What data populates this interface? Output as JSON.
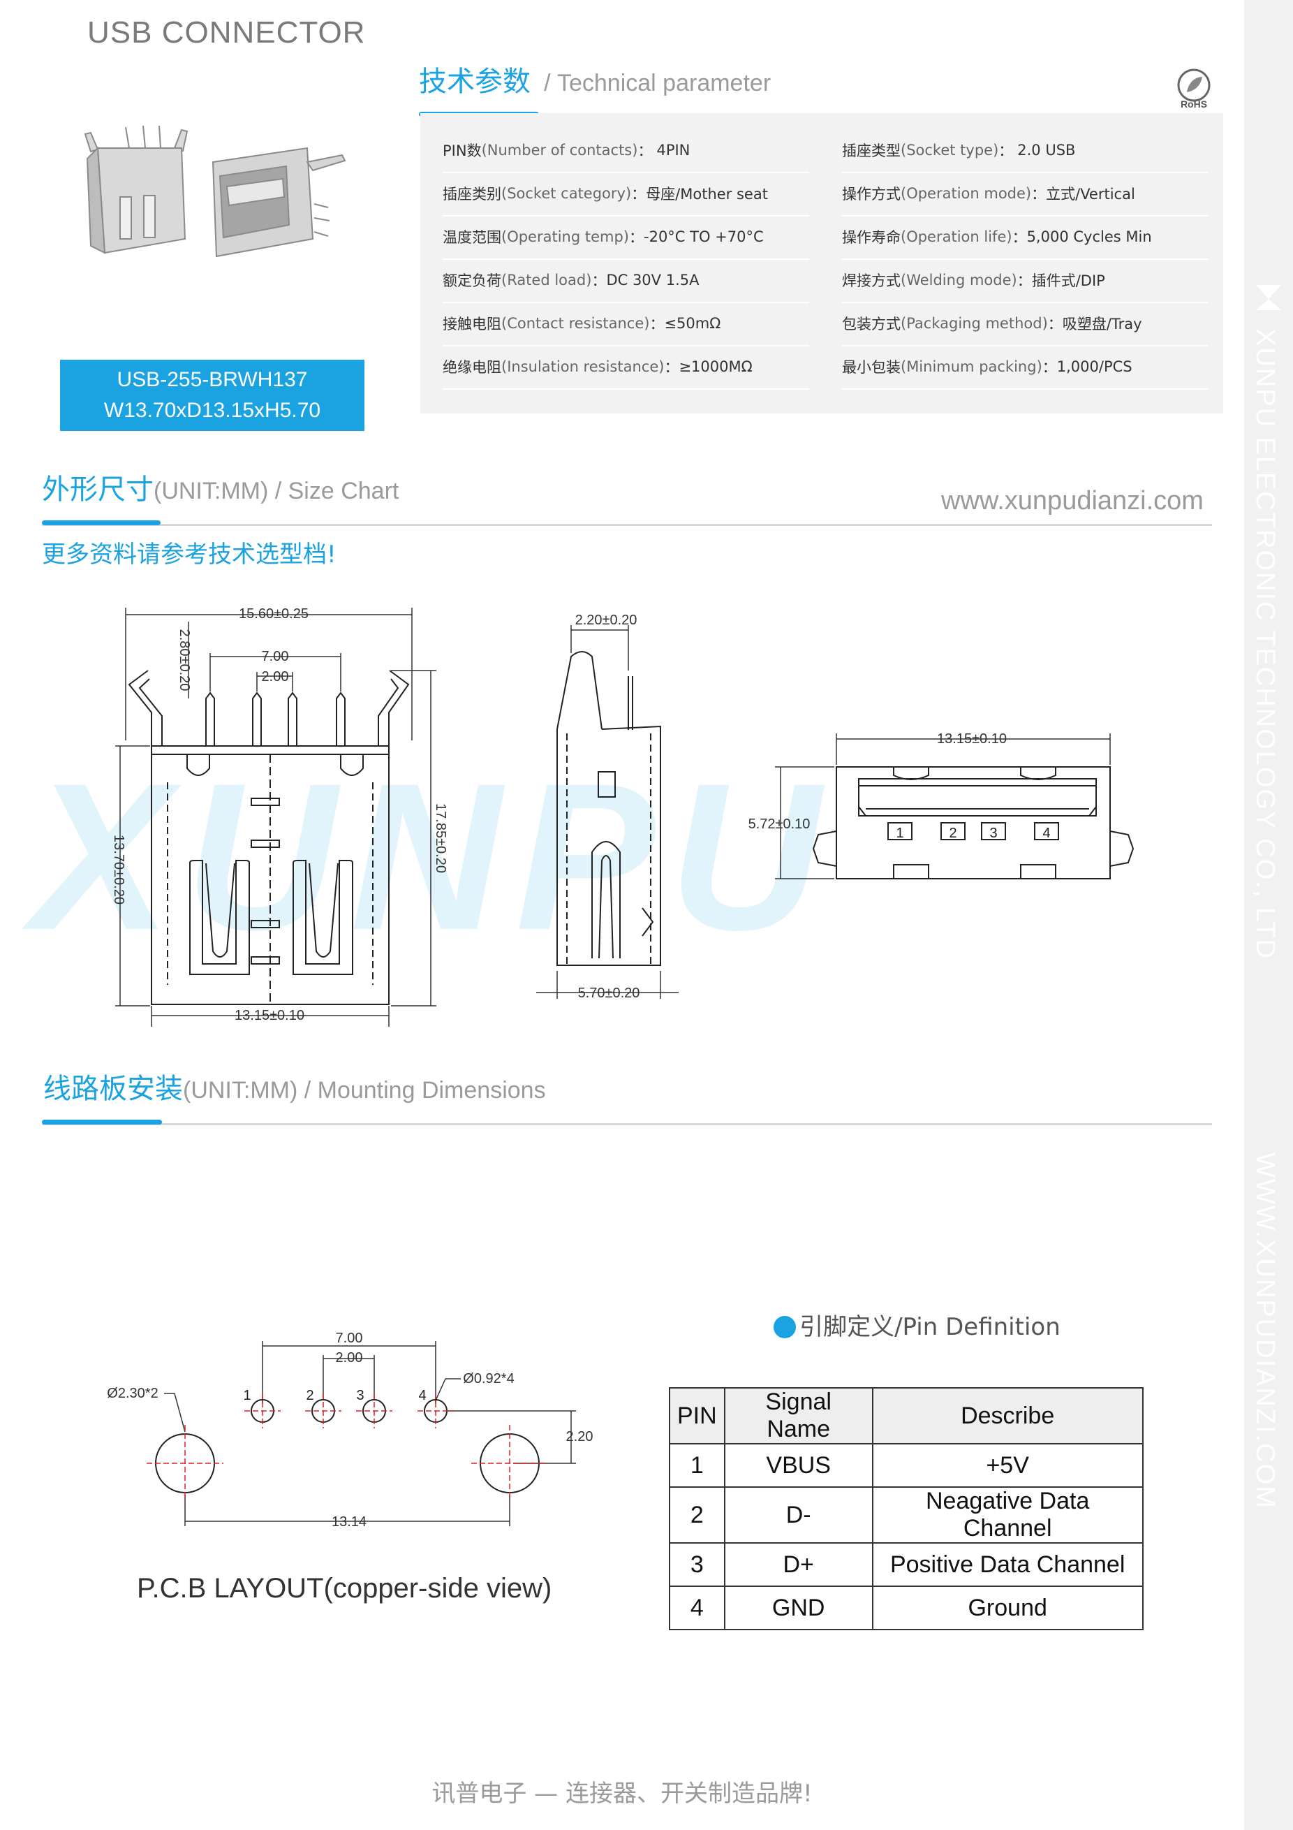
{
  "header": {
    "title": "USB CONNECTOR",
    "tech_title_cn": "技术参数",
    "tech_title_en": "/ Technical parameter",
    "rohs": "RoHS"
  },
  "product": {
    "model": "USB-255-BRWH137",
    "dims": "W13.70xD13.15xH5.70"
  },
  "specs": [
    {
      "cn": "PIN数",
      "en": "(Number of contacts)",
      "sep": " ：",
      "value": "4PIN"
    },
    {
      "cn": "插座类型",
      "en": "(Socket type)",
      "sep": " ：",
      "value": "2.0 USB"
    },
    {
      "cn": "插座类别",
      "en": "(Socket category)",
      "sep": "：",
      "value": "母座/Mother seat"
    },
    {
      "cn": "操作方式",
      "en": "(Operation mode)",
      "sep": "：",
      "value": "立式/Vertical"
    },
    {
      "cn": "温度范围",
      "en": "(Operating temp)",
      "sep": "：",
      "value": "-20°C TO +70°C"
    },
    {
      "cn": "操作寿命",
      "en": "(Operation life)",
      "sep": "：",
      "value": "5,000 Cycles Min"
    },
    {
      "cn": "额定负荷",
      "en": "(Rated load)",
      "sep": "：",
      "value": "DC 30V 1.5A"
    },
    {
      "cn": "焊接方式",
      "en": "(Welding mode)",
      "sep": "：",
      "value": "插件式/DIP"
    },
    {
      "cn": "接触电阻",
      "en": "(Contact resistance)",
      "sep": "：",
      "value": "≤50mΩ"
    },
    {
      "cn": "包装方式",
      "en": "(Packaging method)",
      "sep": "：",
      "value": "吸塑盘/Tray"
    },
    {
      "cn": "绝缘电阻",
      "en": "(Insulation resistance)",
      "sep": "：",
      "value": "≥1000MΩ"
    },
    {
      "cn": "最小包装",
      "en": "(Minimum packing)",
      "sep": "：",
      "value": "1,000/PCS"
    }
  ],
  "size_chart": {
    "title_cn": "外形尺寸",
    "title_en": "(UNIT:MM) / Size Chart",
    "website": "www.xunpudianzi.com",
    "note": "更多资料请参考技术选型档!",
    "watermark": "XUNPU",
    "dims": {
      "width": "15.60±0.25",
      "pin_span": "7.00",
      "pin_pitch": "2.00",
      "lead": "2.80±0.20",
      "body_height": "13.70±0.20",
      "total_height": "17.85±0.20",
      "body_width": "13.15±0.10",
      "side_top": "2.20±0.20",
      "side_depth": "5.70±0.20",
      "front_width": "13.15±0.10",
      "front_height": "5.72±0.10",
      "pin_labels": [
        "1",
        "2",
        "3",
        "4"
      ]
    }
  },
  "mounting": {
    "title_cn": "线路板安装",
    "title_en": "(UNIT:MM) / Mounting Dimensions",
    "pcb": {
      "span": "7.00",
      "pitch": "2.00",
      "big_hole": "Ø2.30*2",
      "small_hole": "Ø0.92*4",
      "offset": "2.20",
      "width": "13.14",
      "pins": [
        "1",
        "2",
        "3",
        "4"
      ],
      "caption": "P.C.B LAYOUT(copper-side view)"
    }
  },
  "pin_definition": {
    "title": "引脚定义/Pin Definition",
    "headers": [
      "PIN",
      "Signal Name",
      "Describe"
    ],
    "rows": [
      [
        "1",
        "VBUS",
        "+5V"
      ],
      [
        "2",
        "D-",
        "Neagative Data Channel"
      ],
      [
        "3",
        "D+",
        "Positive Data Channel"
      ],
      [
        "4",
        "GND",
        "Ground"
      ]
    ]
  },
  "side_band": {
    "company": "XUNPU ELECTRONIC TECHNOLOGY CO., LTD",
    "url": "WWW.XUNPUDIANZI.COM"
  },
  "footer": {
    "slogan": "讯普电子 — 连接器、开关制造品牌!"
  },
  "colors": {
    "accent": "#1aa3e0",
    "drawing_line": "#222222",
    "red_center": "#e02020"
  }
}
